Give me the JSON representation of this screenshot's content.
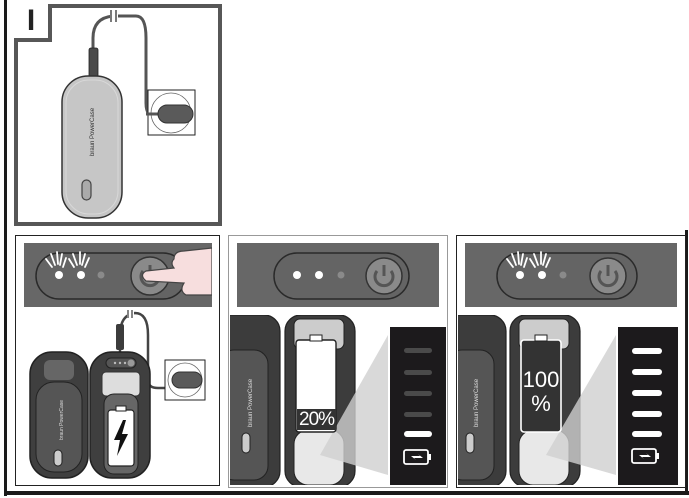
{
  "figure": {
    "step_label": "I",
    "panels": [
      {
        "id": "panel-1",
        "description": "Power case connected to charging cable; inset shows plug",
        "device_brand_text": "braun PowerCase"
      },
      {
        "id": "panel-2",
        "description": "Finger pressing power button; two LEDs light up; shaver in open power case being charged",
        "leds_lit": 2,
        "leds_total": 3,
        "battery_icon": "lightning-bolt"
      },
      {
        "id": "panel-3",
        "description": "Two LEDs lit steady; shaver battery display at 20%",
        "leds_lit": 2,
        "leds_total": 3,
        "battery_percent_label": "20%",
        "battery_bars_lit": 1,
        "battery_bars_total": 5,
        "case_brand_text": "braun PowerCase"
      },
      {
        "id": "panel-4",
        "description": "Two LEDs flashing; shaver battery display at 100%",
        "leds_lit": 2,
        "leds_total": 3,
        "battery_percent_label_line1": "100",
        "battery_percent_label_line2": "%",
        "battery_bars_lit": 5,
        "battery_bars_total": 5,
        "case_brand_text": "braun PowerCase"
      }
    ],
    "colors": {
      "frame": "#575757",
      "strip": "#676767",
      "display_bg": "#1c1a1c",
      "bar_on": "#ffffff",
      "bar_off": "#4a4a4a",
      "case_light": "#c4c4c4",
      "case_dark": "#3c3c3c",
      "skin": "#f7dede"
    }
  }
}
